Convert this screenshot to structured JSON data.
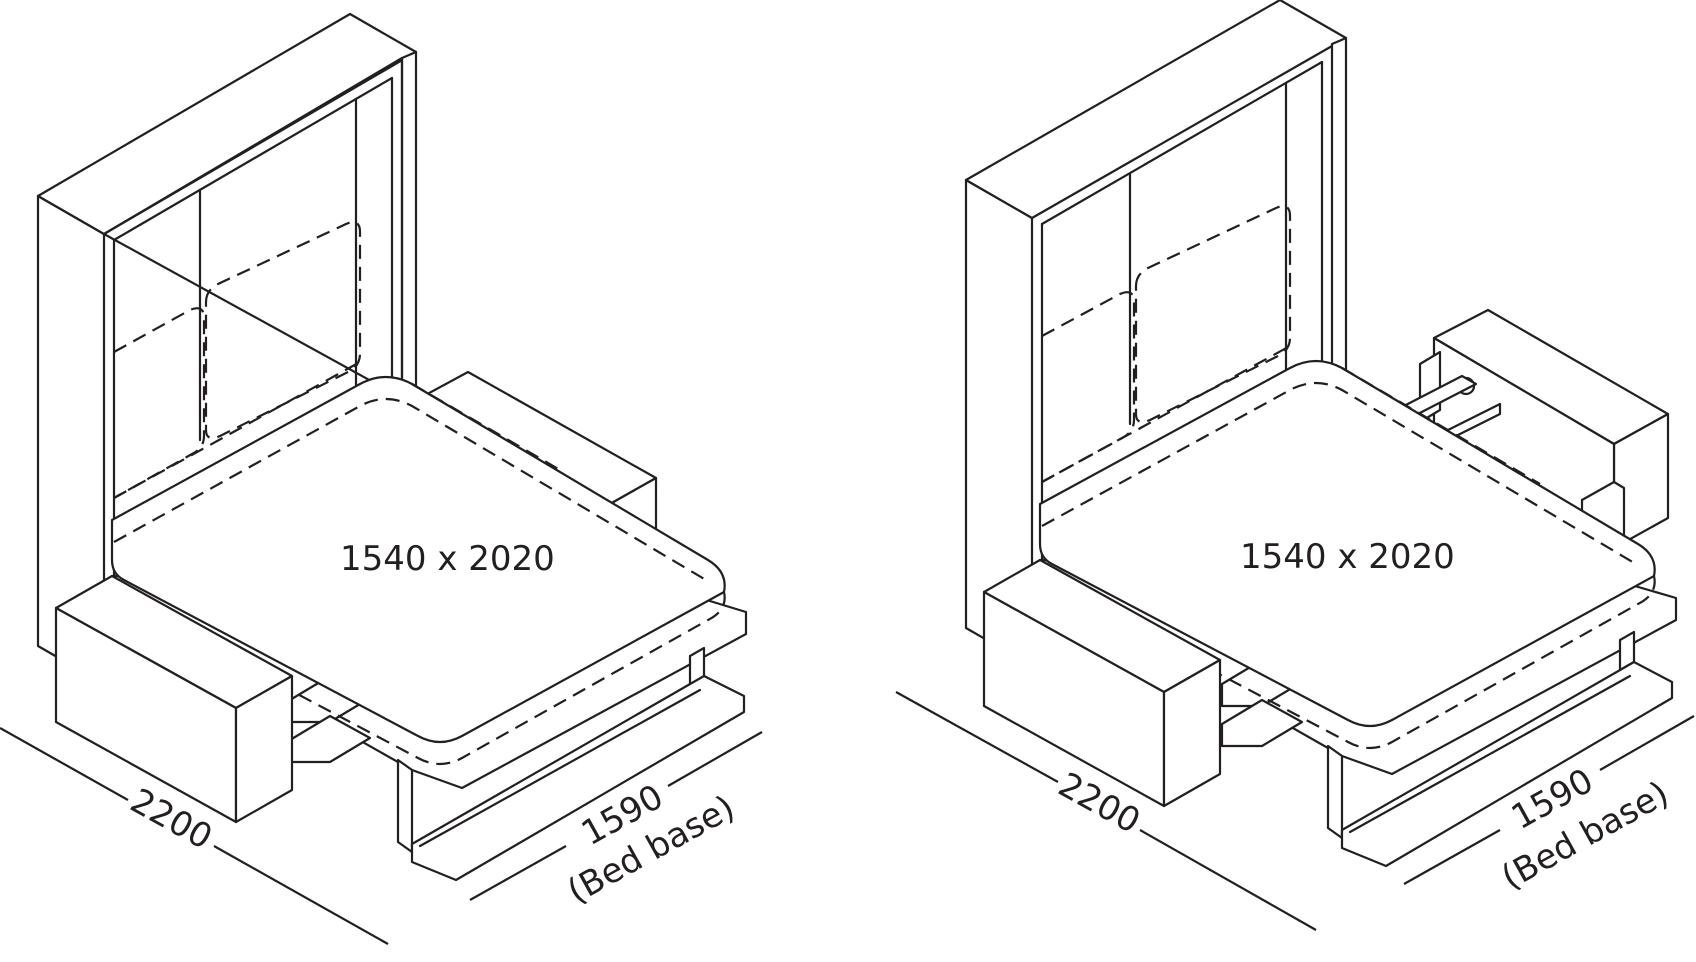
{
  "diagrams": [
    {
      "mattress_label": "1540 x 2020",
      "length_label": "2200",
      "width_label": "1590",
      "width_note": "(Bed base)"
    },
    {
      "mattress_label": "1540 x 2020",
      "length_label": "2200",
      "width_label": "1590",
      "width_note": "(Bed base)"
    }
  ]
}
